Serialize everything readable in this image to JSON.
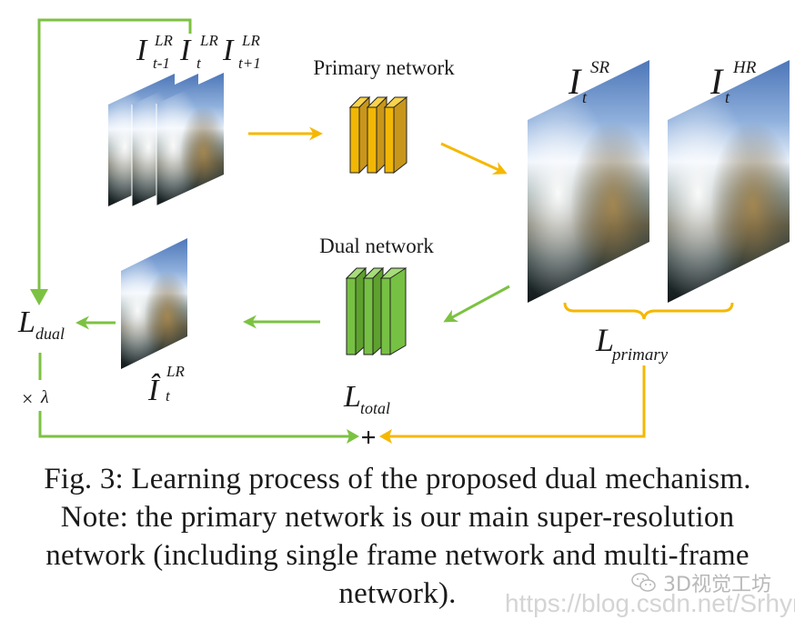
{
  "colors": {
    "primary_flow": "#f5b800",
    "dual_flow": "#7cc242",
    "primary_block_front": "#f2b705",
    "primary_block_side": "#c8961a",
    "dual_block_front": "#76c043",
    "dual_block_side": "#5ea12e",
    "text": "#1a1a1a"
  },
  "diagram": {
    "inputs": {
      "frames": [
        {
          "base": "I",
          "sub": "t-1",
          "sup": "LR"
        },
        {
          "base": "I",
          "sub": "t",
          "sup": "LR"
        },
        {
          "base": "I",
          "sub": "t+1",
          "sup": "LR"
        }
      ]
    },
    "primary_network": {
      "label": "Primary network"
    },
    "dual_network": {
      "label": "Dual network"
    },
    "sr_output": {
      "base": "I",
      "sub": "t",
      "sup": "SR"
    },
    "hr_target": {
      "base": "I",
      "sub": "t",
      "sup": "HR"
    },
    "dual_output": {
      "base": "Î",
      "sub": "t",
      "sup": "LR"
    },
    "loss_primary": {
      "base": "L",
      "sub": "primary"
    },
    "loss_dual": {
      "base": "L",
      "sub": "dual"
    },
    "loss_total": {
      "base": "L",
      "sub": "total"
    },
    "weight": {
      "times": "×",
      "symbol": "λ"
    },
    "sum_symbol": "+"
  },
  "caption": {
    "lines": [
      "Fig. 3: Learning process of the proposed dual mechanism.",
      "Note: the primary network is our main super-resolution",
      "network (including single frame network and multi-frame",
      "network)."
    ]
  },
  "watermark": {
    "account": "3D视觉工坊",
    "url": "https://blog.csdn.net/Srhym"
  }
}
